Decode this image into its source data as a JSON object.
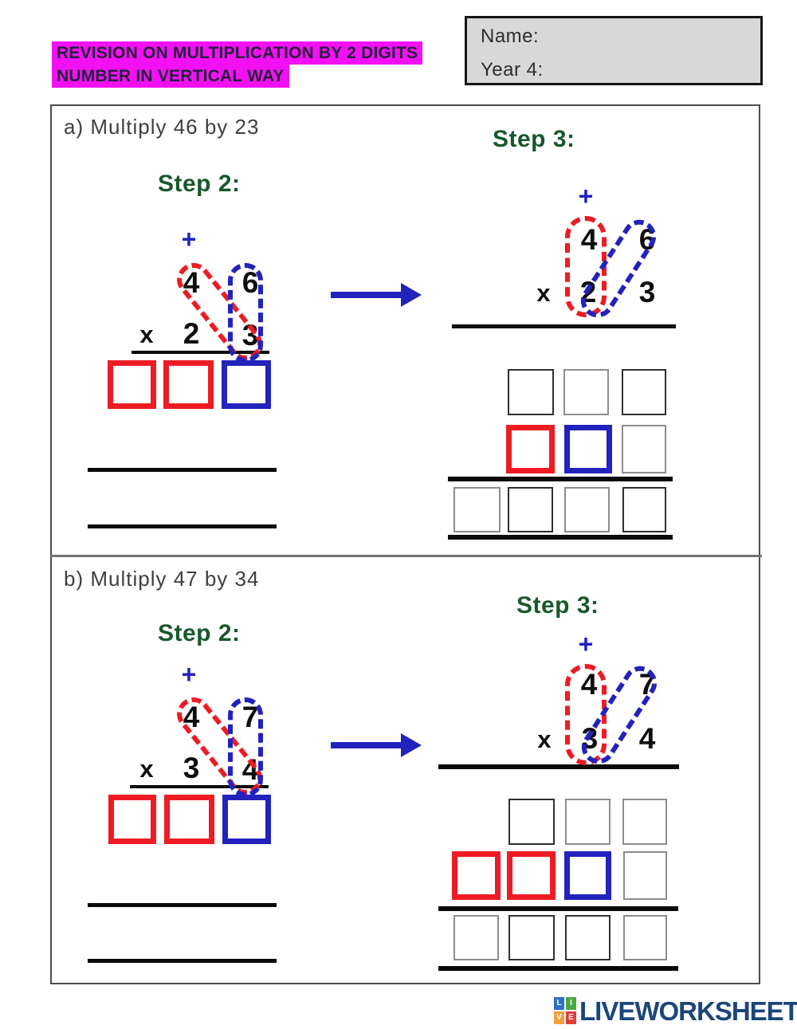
{
  "header": {
    "title_line1": "REVISION ON MULTIPLICATION BY 2 DIGITS",
    "title_line2": "NUMBER IN VERTICAL WAY",
    "name_label": "Name:",
    "year_label": "Year 4:"
  },
  "colors": {
    "magenta": "#f311f3",
    "red": "#ed1c24",
    "blue": "#2222bd",
    "green": "#17582b",
    "navy": "#1b4679"
  },
  "problems": [
    {
      "title": "a) Multiply 46 by 23",
      "step2": {
        "label": "Step 2:",
        "plus": "+",
        "operator": "x",
        "top_digits": [
          "4",
          "6"
        ],
        "bottom_digits": [
          "2",
          "3"
        ],
        "boxes": [
          "red",
          "red",
          "blue"
        ]
      },
      "step3": {
        "label": "Step 3:",
        "plus": "+",
        "operator": "x",
        "top_digits": [
          "4",
          "6"
        ],
        "bottom_digits": [
          "2",
          "3"
        ],
        "rows": [
          [
            "thin",
            "gray",
            "thin"
          ],
          [
            "red",
            "blue",
            "gray"
          ],
          [
            "gray",
            "thin",
            "gray",
            "thin"
          ]
        ]
      }
    },
    {
      "title": "b) Multiply 47 by 34",
      "step2": {
        "label": "Step 2:",
        "plus": "+",
        "operator": "x",
        "top_digits": [
          "4",
          "7"
        ],
        "bottom_digits": [
          "3",
          "4"
        ],
        "boxes": [
          "red",
          "red",
          "blue"
        ]
      },
      "step3": {
        "label": "Step 3:",
        "plus": "+",
        "operator": "x",
        "top_digits": [
          "4",
          "7"
        ],
        "bottom_digits": [
          "3",
          "4"
        ],
        "rows": [
          [
            "thin",
            "gray",
            "gray"
          ],
          [
            "red",
            "red",
            "blue",
            "gray"
          ],
          [
            "gray",
            "thin",
            "thin",
            "gray"
          ]
        ]
      }
    }
  ],
  "footer": {
    "logo_letters": [
      {
        "ch": "L",
        "bg": "#2e71c6"
      },
      {
        "ch": "I",
        "bg": "#49a942"
      },
      {
        "ch": "V",
        "bg": "#f0a03c"
      },
      {
        "ch": "E",
        "bg": "#e23b3b"
      }
    ],
    "logo_text": "LIVEWORKSHEETS"
  }
}
